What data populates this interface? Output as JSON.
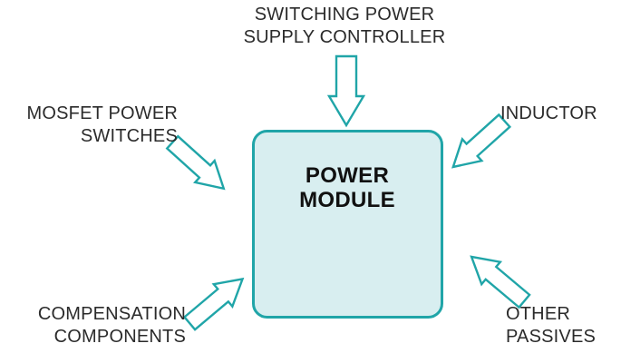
{
  "diagram": {
    "title": "Power Module Block Diagram",
    "background_color": "#ffffff",
    "accent_color": "#20a5a8",
    "box_fill_color": "#d8eef0",
    "text_color": "#2b2b2b"
  },
  "center_block": {
    "label": "POWER\nMODULE",
    "fill": "#d8eef0",
    "stroke": "#20a5a8"
  },
  "callouts": {
    "top": {
      "label": "SWITCHING POWER\nSUPPLY CONTROLLER",
      "arrow_direction": "down"
    },
    "left_top": {
      "label": "MOSFET POWER\nSWITCHES",
      "arrow_direction": "down-right"
    },
    "right_top": {
      "label": "INDUCTOR",
      "arrow_direction": "down-left"
    },
    "left_bottom": {
      "label": "COMPENSATION\nCOMPONENTS",
      "arrow_direction": "up-right"
    },
    "right_bottom": {
      "label": "OTHER\nPASSIVES",
      "arrow_direction": "up-left"
    }
  }
}
